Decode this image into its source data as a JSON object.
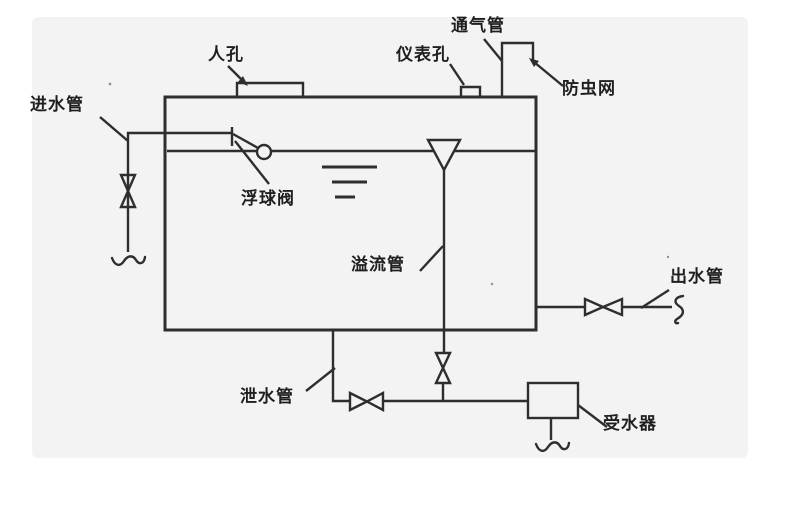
{
  "colors": {
    "page_background": "#ffffff",
    "panel_background": "#f3f3f3",
    "line": "#2e2e2e",
    "text": "#1f1f1f"
  },
  "labels": {
    "inlet_pipe": {
      "text": "进水管"
    },
    "manhole": {
      "text": "人孔"
    },
    "instrument_hole": {
      "text": "仪表孔"
    },
    "vent_pipe": {
      "text": "通气管"
    },
    "insect_screen": {
      "text": "防虫网"
    },
    "float_valve": {
      "text": "浮球阀"
    },
    "overflow_pipe": {
      "text": "溢流管"
    },
    "outlet_pipe": {
      "text": "出水管"
    },
    "drain_pipe": {
      "text": "泄水管"
    },
    "water_receiver": {
      "text": "受水器"
    }
  },
  "symbols": [
    {
      "name": "storage-tank"
    },
    {
      "name": "water-level-line"
    },
    {
      "name": "water-surface-marks"
    },
    {
      "name": "manhole-cover"
    },
    {
      "name": "instrument-hole-cover"
    },
    {
      "name": "vent-gooseneck"
    },
    {
      "name": "float-ball-valve"
    },
    {
      "name": "overflow-funnel"
    },
    {
      "name": "gate-valve-inlet"
    },
    {
      "name": "gate-valve-outlet"
    },
    {
      "name": "gate-valve-overflow"
    },
    {
      "name": "gate-valve-drain"
    },
    {
      "name": "pipe-break-inlet"
    },
    {
      "name": "pipe-break-outlet"
    },
    {
      "name": "pipe-break-receiver"
    },
    {
      "name": "water-receiver-box"
    }
  ]
}
